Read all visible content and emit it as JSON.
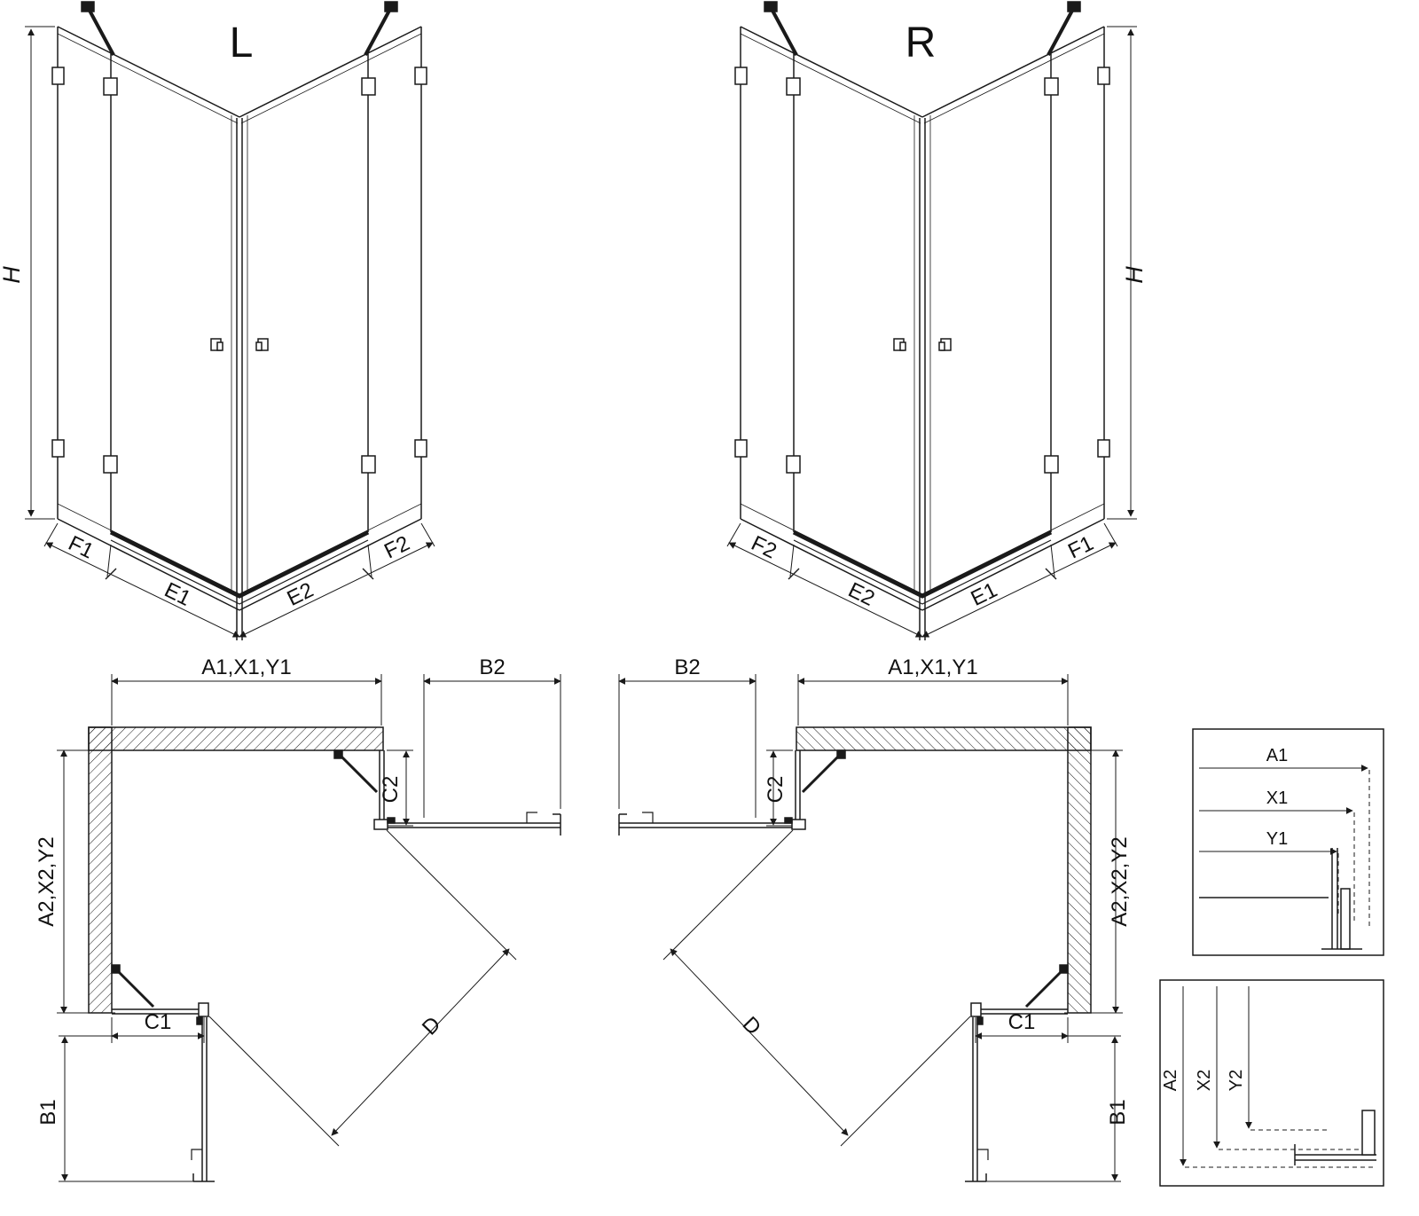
{
  "colors": {
    "line": "#1a1a1a",
    "background": "#ffffff"
  },
  "perspective_views": {
    "left": {
      "label": "L",
      "height_label": "H",
      "bottom_dims": [
        "F1",
        "E1",
        "E2",
        "F2"
      ]
    },
    "right": {
      "label": "R",
      "height_label": "H",
      "bottom_dims": [
        "F2",
        "E2",
        "E1",
        "F1"
      ]
    }
  },
  "plan_views": {
    "left": {
      "width_top": "A1,X1,Y1",
      "return_panel_top": "B2",
      "door_side_top": "C2",
      "depth_side": "A2,X2,Y2",
      "door_side_bottom": "C1",
      "return_panel_bottom": "B1",
      "diagonal_entry": "D"
    },
    "right": {
      "width_top": "A1,X1,Y1",
      "return_panel_top": "B2",
      "door_side_top": "C2",
      "depth_side": "A2,X2,Y2",
      "door_side_bottom": "C1",
      "return_panel_bottom": "B1",
      "diagonal_entry": "D"
    }
  },
  "detail_boxes": {
    "width_detail": {
      "labels": [
        "A1",
        "X1",
        "Y1"
      ]
    },
    "depth_detail": {
      "labels": [
        "A2",
        "X2",
        "Y2"
      ]
    }
  }
}
